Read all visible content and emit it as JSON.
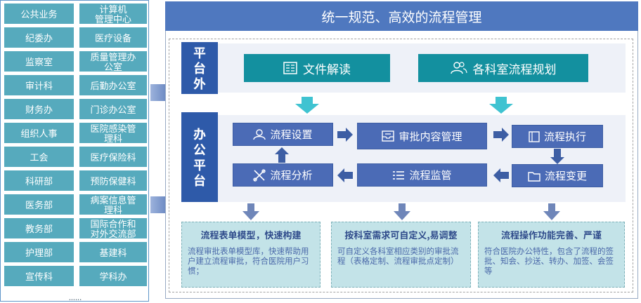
{
  "departments": {
    "left": [
      "公共业务",
      "纪委办",
      "监察室",
      "审计科",
      "财务办",
      "组织人事",
      "工会",
      "科研部",
      "医务部",
      "教务部",
      "护理部",
      "宣传科"
    ],
    "right": [
      "计算机\n管理中心",
      "医疗设备",
      "质量管理办\n公室",
      "后勤办公室",
      "门诊办公室",
      "医院感染管\n理科",
      "医疗保险科",
      "预防保健科",
      "病案信息管\n理科",
      "国际合作和\n对外交流部",
      "基建科",
      "学科办"
    ],
    "more": "......"
  },
  "title": "统一规范、高效的流程管理",
  "platform_outer": {
    "label": [
      "平",
      "台",
      "外"
    ],
    "buttons": [
      {
        "label": "文件解读",
        "icon": "document-icon"
      },
      {
        "label": "各科室流程规划",
        "icon": "users-icon"
      }
    ]
  },
  "platform_office": {
    "label": [
      "办",
      "公",
      "平",
      "台"
    ],
    "steps": {
      "setup": "流程设置",
      "approval": "审批内容管理",
      "execute": "流程执行",
      "change": "流程变更",
      "monitor": "流程监管",
      "analysis": "流程分析"
    }
  },
  "features": [
    {
      "title": "流程表单模型，快速构建",
      "body": "流程审批表单模型库，快速帮助用户建立流程审批，符合医院用户习惯；"
    },
    {
      "title": "按科室需求可自定义,易调整",
      "body": "可自定义各科室相应类别的审批流程（表格定制、流程审批点定制）"
    },
    {
      "title": "流程操作功能完善、严谨",
      "body": "符合医院办公特性，包含了流程的签批、知会、抄送、转办、加签、会签等"
    }
  ],
  "colors": {
    "title_bar": "#4f78bf",
    "band_label": "#2e5aa9",
    "teal_button": "#13909f",
    "flow_step": "#4b6bb6",
    "department": "#56aabd",
    "feature_box": "#c3e3e8"
  }
}
